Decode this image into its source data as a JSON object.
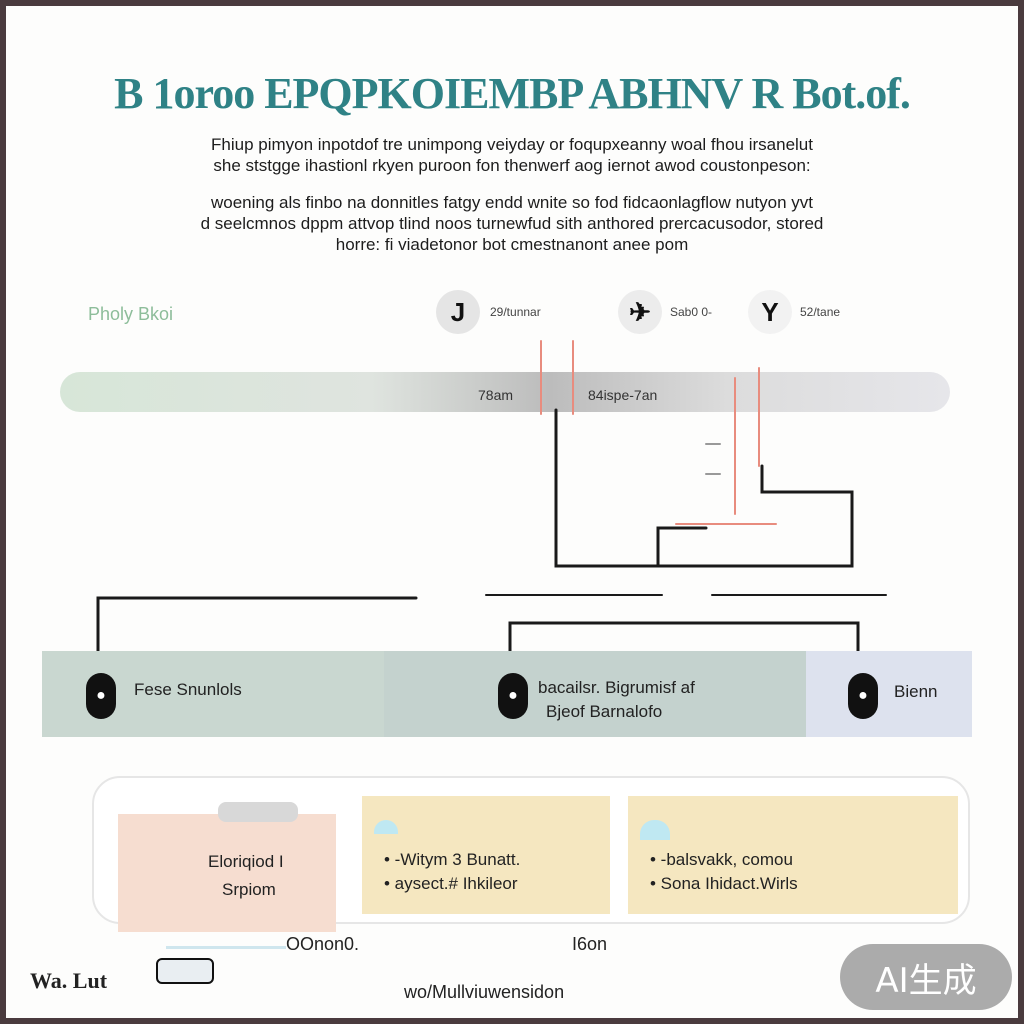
{
  "title": "B 1oroo EPQPKOIEMBP ABHNV R Bot.of.",
  "intro": {
    "lines": [
      "Fhiup pimyon inpotdof tre unimpong veiyday or foqupxeanny woal fhou irsanelut",
      "she ststgge ihastionl rkyen puroon fon thenwerf aog iernot awod coustonpeson:",
      "woening als finbo na donnitles fatgy endd wnite so fod fidcaonlagflow nutyon yvt",
      "d seelcmnos dppm attvop tlind noos turnewfud sith anthored prercacusodor, stored",
      "horre:     fi viadetonor bot cmestnanont anee pom"
    ]
  },
  "timeline": {
    "left_label": "Pholy Bkoi",
    "markers": [
      {
        "icon": "J",
        "label": "29/tunnar"
      },
      {
        "icon": "✈",
        "label": "Sab0 0-"
      },
      {
        "icon": "Y",
        "label": "52/tane"
      }
    ],
    "bar_labels": [
      "78am",
      "84ispe-7an"
    ]
  },
  "band": {
    "segments": [
      {
        "lines": [
          "Fese Snunlols"
        ],
        "color": "#c9d7d0"
      },
      {
        "lines": [
          "bacailsr. Bigrumisf af",
          "Bjeof Barnalofo"
        ],
        "color": "#c4d2ce"
      },
      {
        "lines": [
          "Bienn"
        ],
        "color": "#dde2ee"
      }
    ]
  },
  "cards": [
    {
      "lines": [
        "Eloriqiod I",
        "Srpiom"
      ],
      "color": "#f6ddd0"
    },
    {
      "lines": [
        "• -Witym 3 Bunatt.",
        "• aysect.# Ihkileor"
      ],
      "color": "#f5e7c0"
    },
    {
      "lines": [
        "• -balsvakk, comou",
        "• Sona Ihidact.Wirls"
      ],
      "color": "#f5e7c0"
    }
  ],
  "footer": {
    "left_value": "OOnon0.",
    "mid_value": "I6on",
    "logo_text": "Wa. Lut",
    "caption": "wo/Mullviuwensidon"
  },
  "badge": "AI生成"
}
